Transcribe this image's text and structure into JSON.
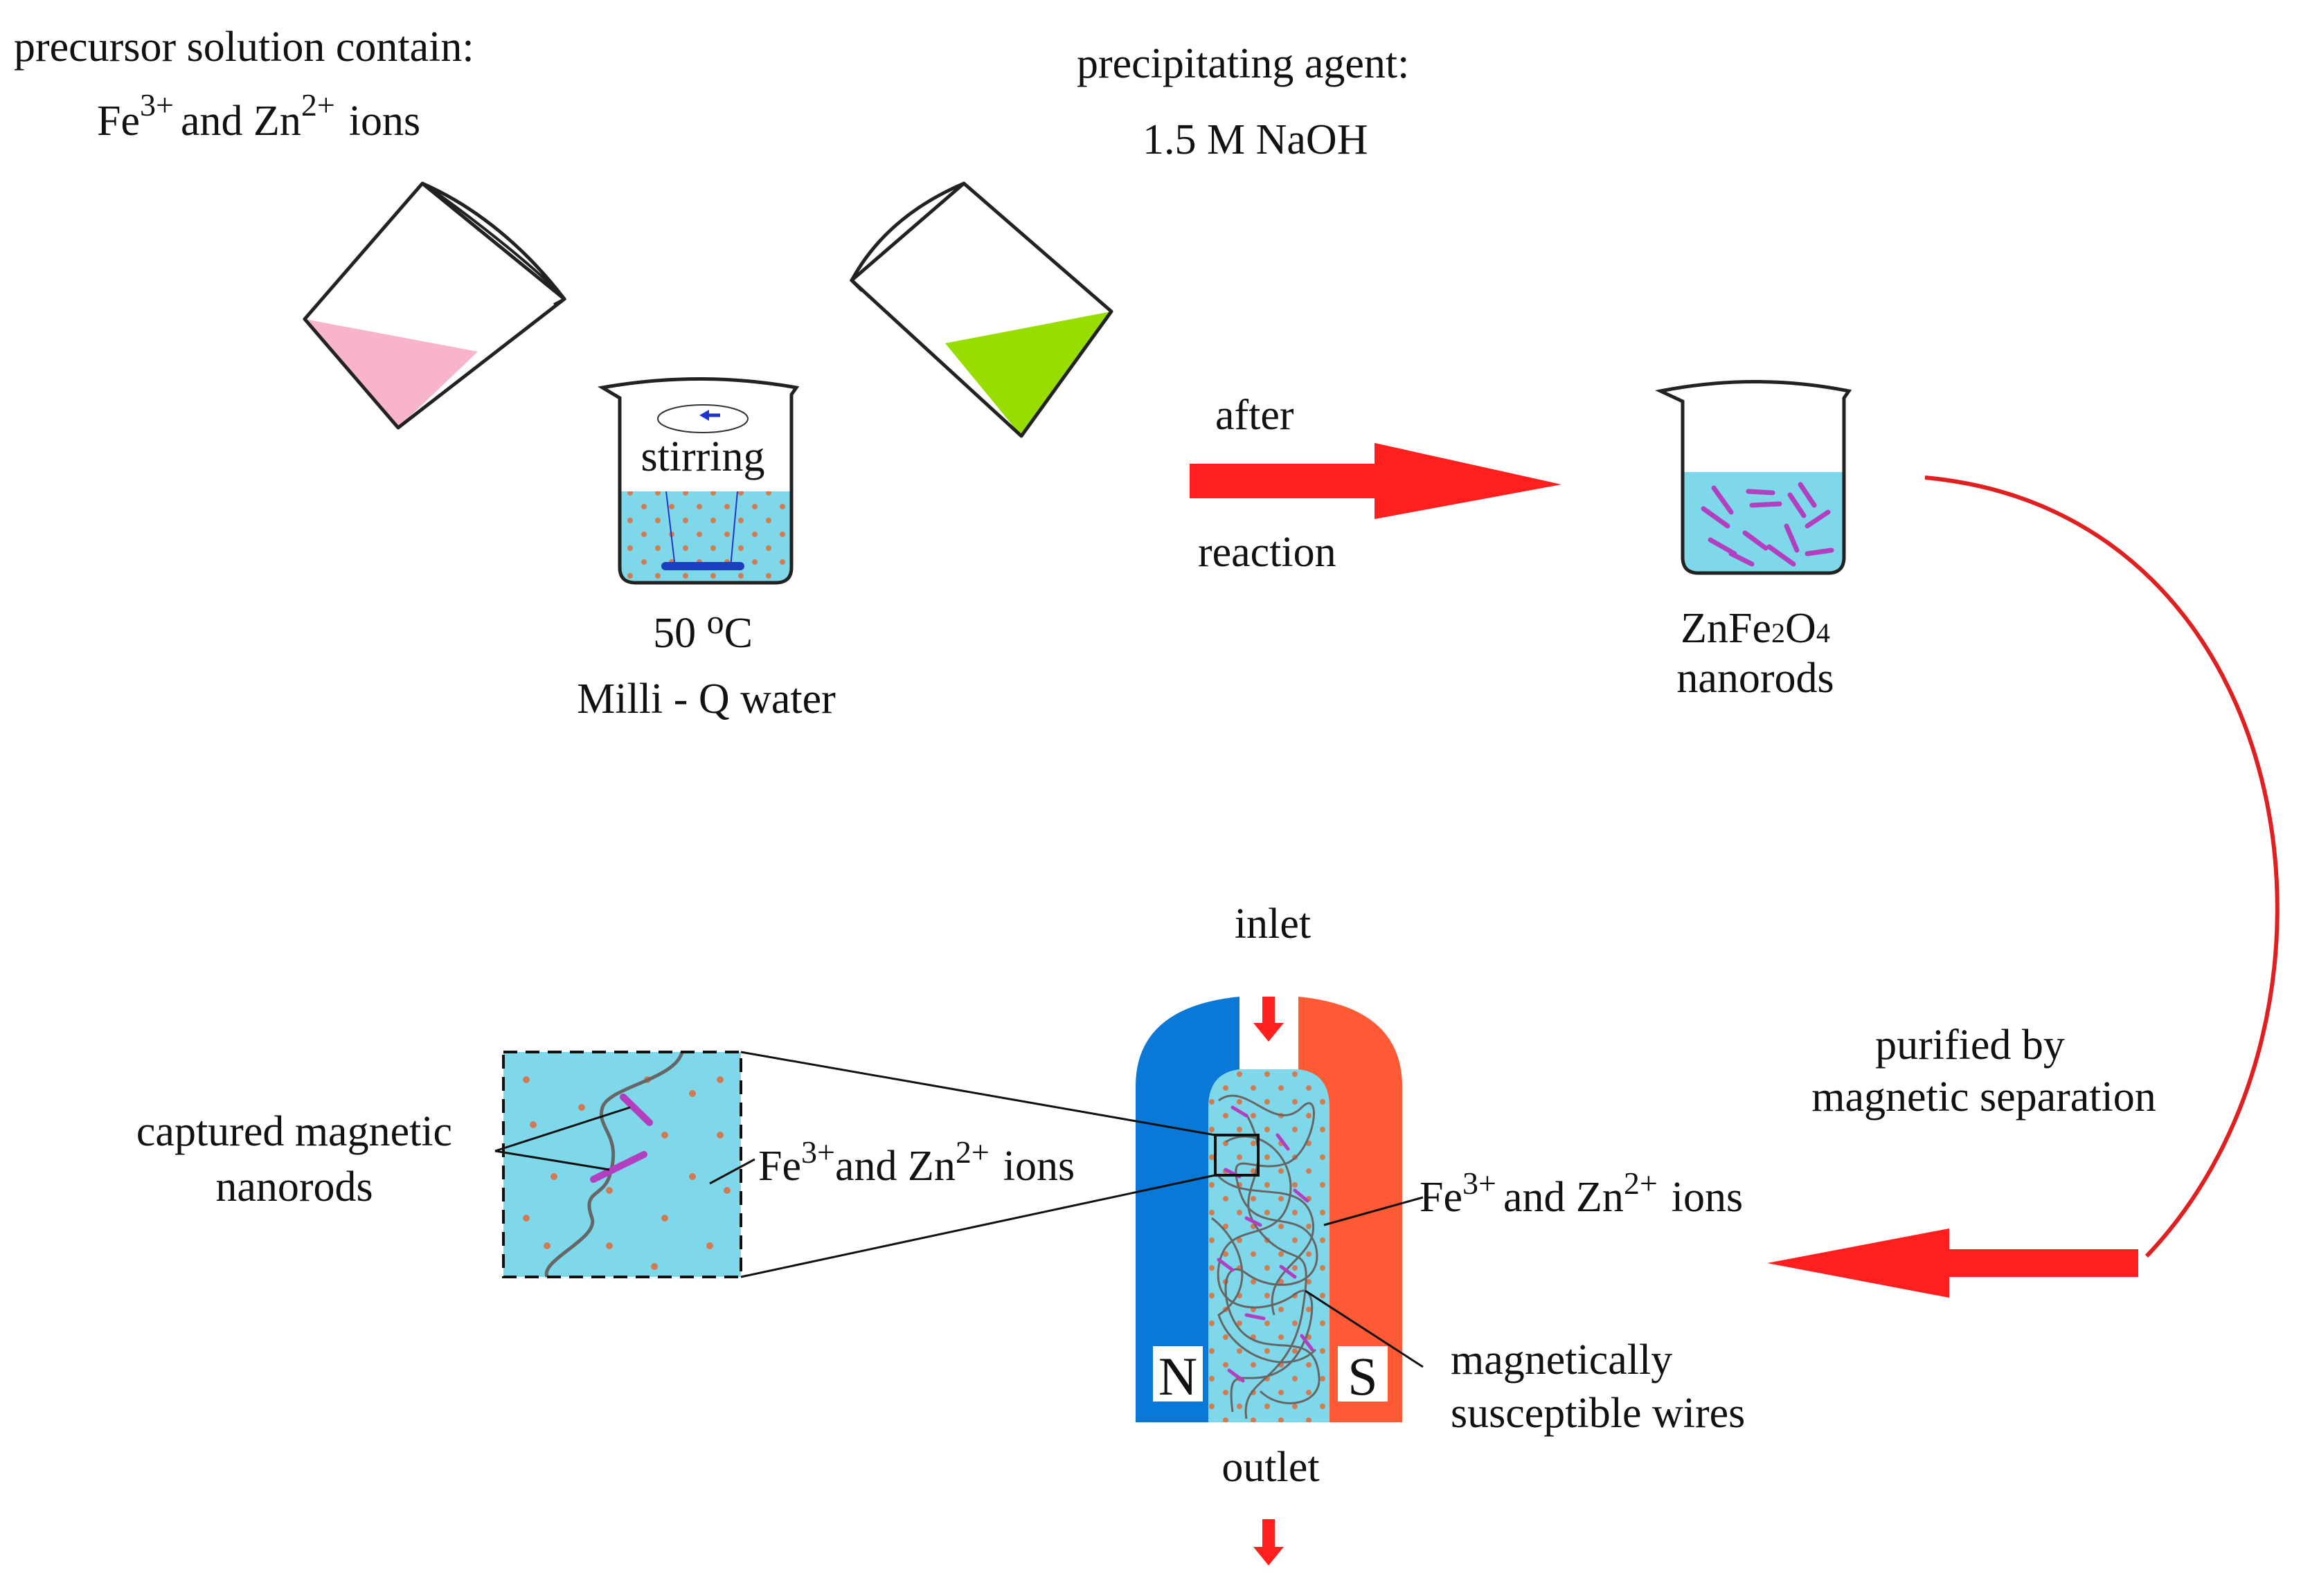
{
  "precursor": {
    "heading": "precursor solution contain:",
    "ions_fe": "Fe",
    "ions_fe_charge": "3+",
    "ions_and": "and Zn",
    "ions_zn_charge": "2+",
    "ions_suffix": "ions"
  },
  "precipitant": {
    "heading": "precipitating agent:",
    "value": "1.5 M NaOH"
  },
  "mixing_beaker": {
    "stir_label": "stirring",
    "temp_value": "50 ",
    "temp_unit_o": "o",
    "temp_unit_c": "C",
    "solvent": "Milli - Q water"
  },
  "reaction_arrow": {
    "above": "after",
    "below": "reaction"
  },
  "product": {
    "formula_a": "ZnFe",
    "formula_sub1": "2",
    "formula_b": "O",
    "formula_sub2": "4",
    "label": "nanorods"
  },
  "separation_arrow": {
    "line1": "purified by",
    "line2": "magnetic separation"
  },
  "separator": {
    "inlet": "inlet",
    "outlet": "outlet",
    "north": "N",
    "south": "S",
    "wires_line1": "magnetically",
    "wires_line2": "susceptible wires"
  },
  "ions_label": {
    "fe": "Fe",
    "fe_charge": "3+",
    "and": "and Zn",
    "zn_charge": "2+",
    "suffix": "ions"
  },
  "zoom": {
    "captured_line1": "captured magnetic",
    "captured_line2": "nanorods"
  },
  "colors": {
    "arrow_red": "#ff1f1f",
    "curve_red": "#e02020",
    "water": "#7fd7ea",
    "pink": "#f7b4cc",
    "green": "#99dd00",
    "magnet_north": "#0a78d6",
    "magnet_south": "#ff5a36",
    "rod": "#b23fbf",
    "dot": "#d27b53",
    "wire": "#666666"
  }
}
